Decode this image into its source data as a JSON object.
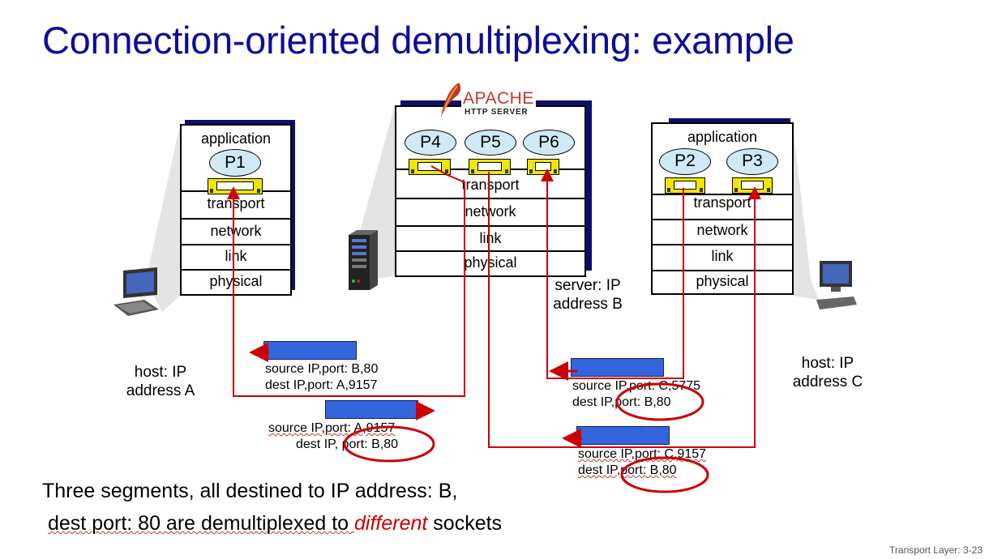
{
  "title": "Connection-oriented demultiplexing: example",
  "apache": {
    "name": "APACHE",
    "sub": "HTTP SERVER"
  },
  "hostA": {
    "layers": [
      "application",
      "transport",
      "network",
      "link",
      "physical"
    ],
    "processes": [
      "P1"
    ],
    "label_line1": "host: IP",
    "label_line2": "address A"
  },
  "server": {
    "layers": [
      "transport",
      "network",
      "link",
      "physical"
    ],
    "processes": [
      "P4",
      "P5",
      "P6"
    ],
    "label_line1": "server: IP",
    "label_line2": "address B"
  },
  "hostC": {
    "layers": [
      "application",
      "transport",
      "network",
      "link",
      "physical"
    ],
    "processes": [
      "P2",
      "P3"
    ],
    "label_line1": "host: IP",
    "label_line2": "address C"
  },
  "segments": [
    {
      "src": "source IP,port: B,80",
      "dst": "dest IP,port: A,9157"
    },
    {
      "src": "source IP,port: A,9157",
      "dst": "dest IP, port: B,80"
    },
    {
      "src": "source IP,port: C,5775",
      "dst": "dest IP,port: B,80"
    },
    {
      "src": "source IP,port: C,9157",
      "dst": "dest IP,port: B,80"
    }
  ],
  "caption": {
    "line1": "Three segments, all destined to IP address: B,",
    "line2_pre": "dest port: 80 are demultiplexed to ",
    "line2_em": "different",
    "line2_post": " sockets"
  },
  "footer": "Transport Layer: 3-23",
  "colors": {
    "title": "#0d0d99",
    "arrow": "#cc0000",
    "segment": "#3366dd",
    "socket": "#f2e600",
    "process": "#cfeaf5"
  }
}
